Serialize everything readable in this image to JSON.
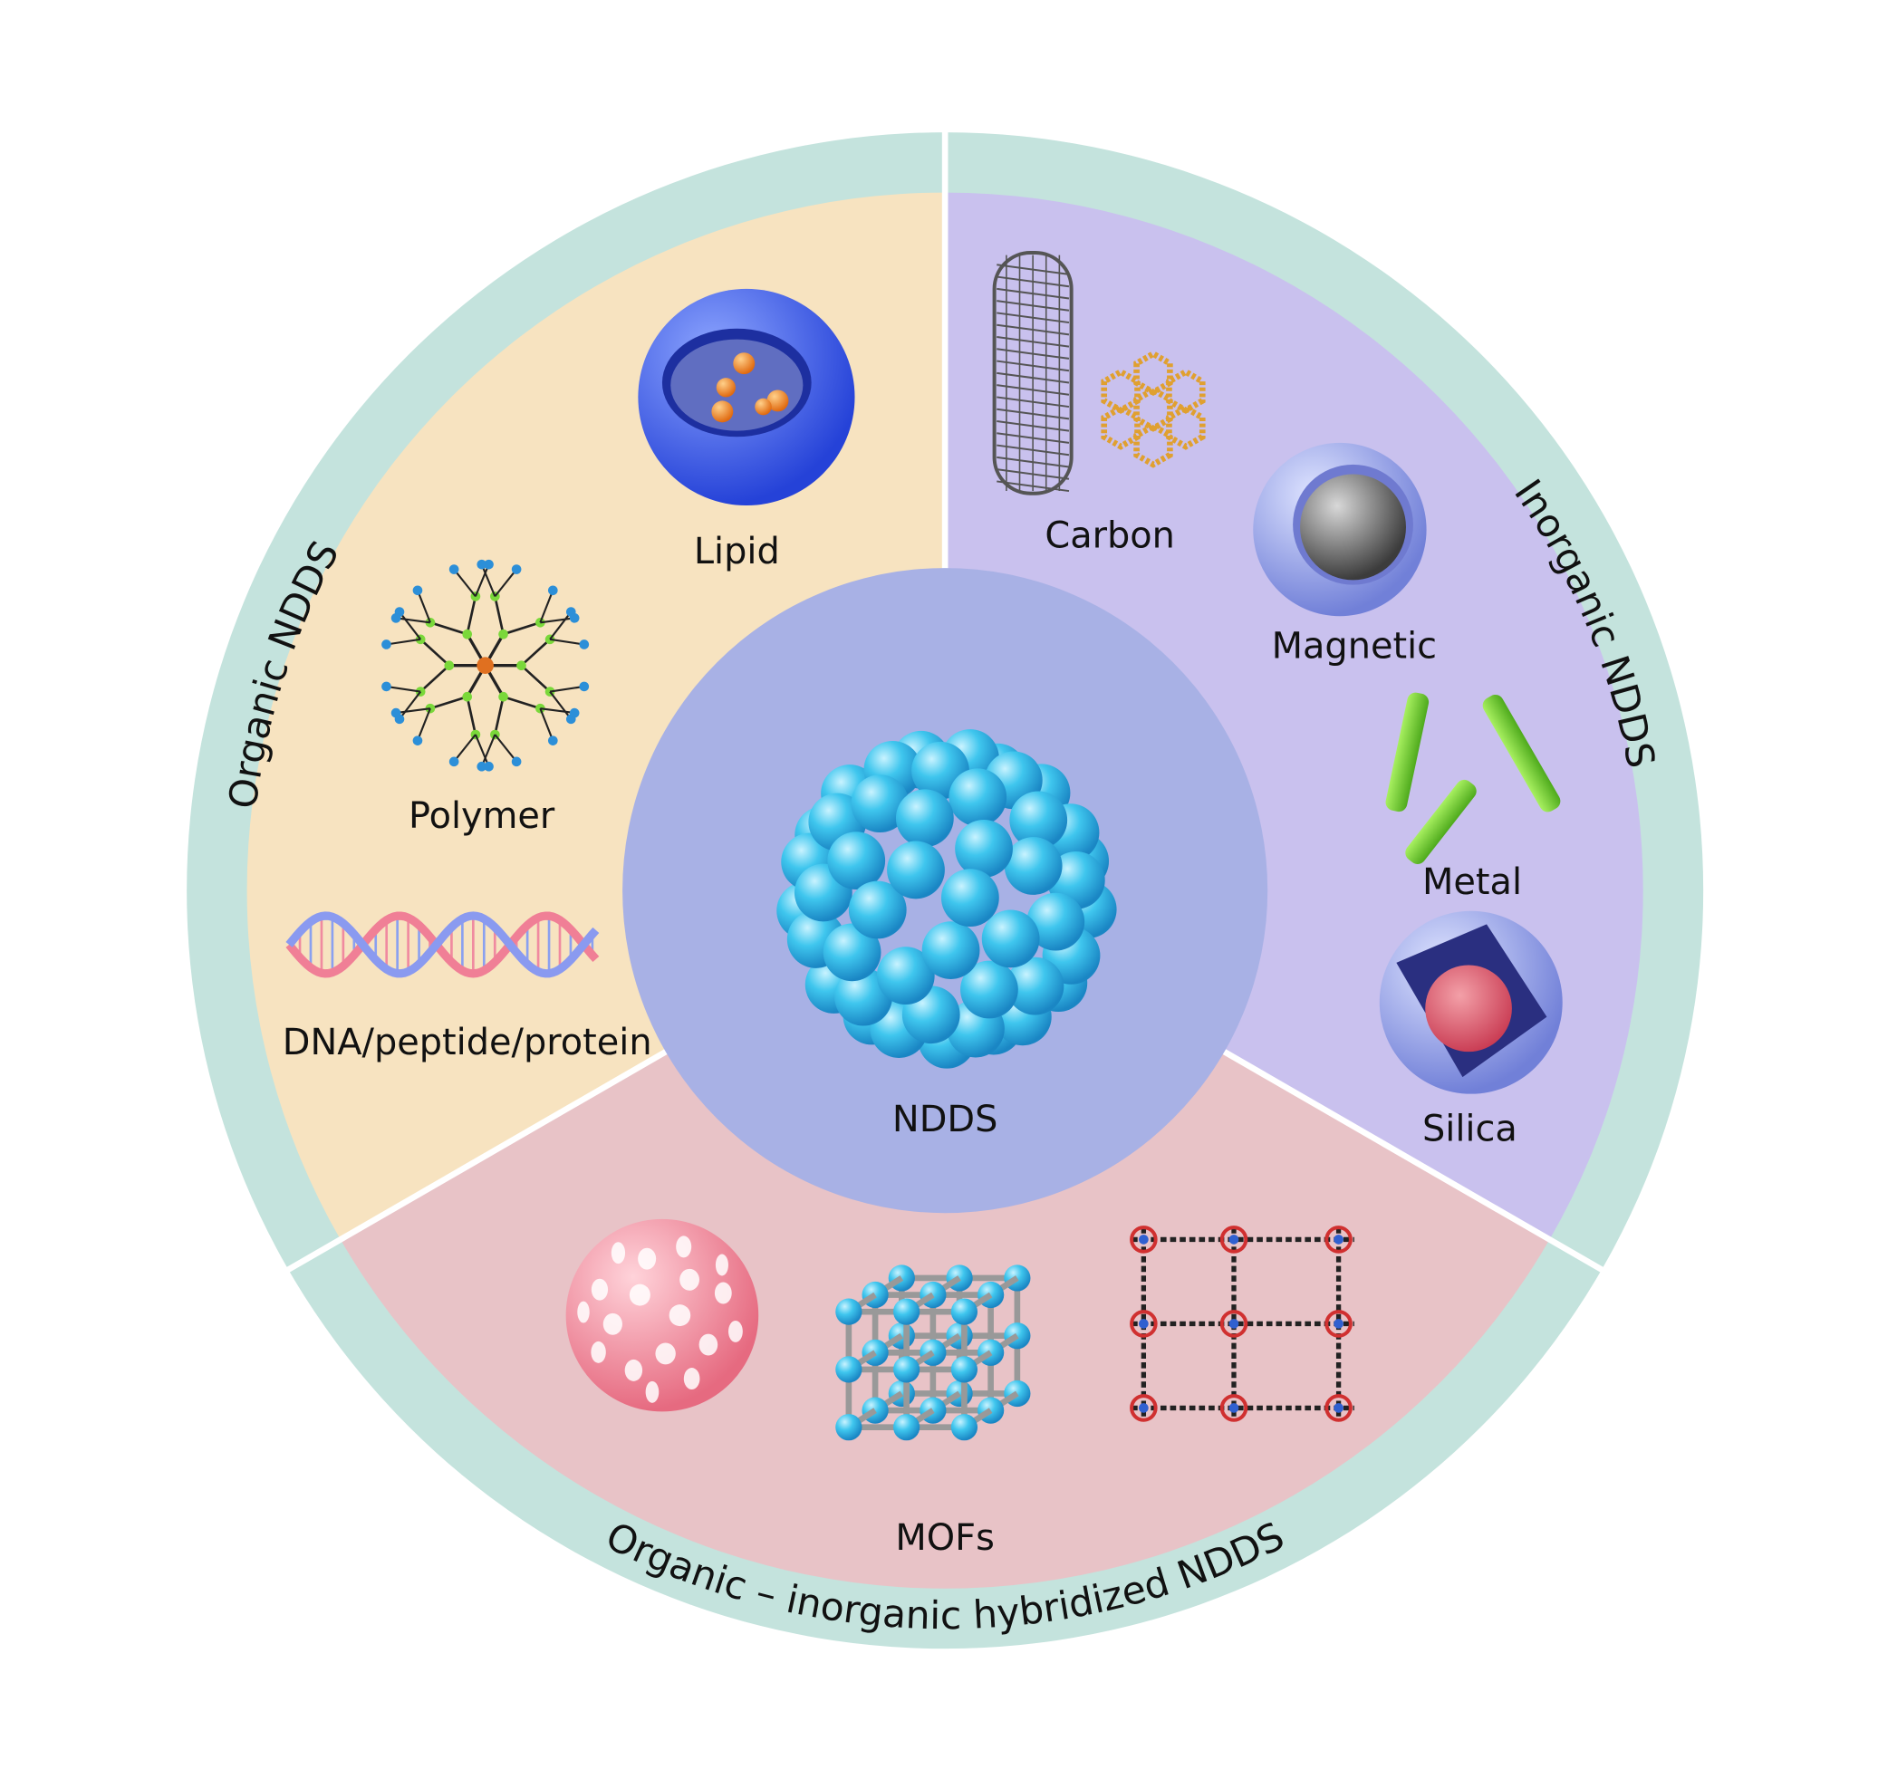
{
  "colors": {
    "ring": "#c4e3dd",
    "organic": "#f7e3c0",
    "inorganic": "#c9c1ee",
    "hybrid": "#e8c3c7",
    "center": "#a8b1e5",
    "sphere_cyan": "#3fc6ee",
    "lipid_blue": "#3b5ff0",
    "green": "#7ad83a"
  },
  "center": {
    "label": "NDDS"
  },
  "sections": {
    "organic": {
      "title": "Organic NDDS",
      "items": [
        "Lipid",
        "Polymer",
        "DNA/peptide/protein"
      ]
    },
    "inorganic": {
      "title": "Inorganic NDDS",
      "items": [
        "Carbon",
        "Magnetic",
        "Metal",
        "Silica"
      ]
    },
    "hybrid": {
      "title": "Organic – inorganic hybridized NDDS",
      "items": [
        "MOFs"
      ]
    }
  }
}
